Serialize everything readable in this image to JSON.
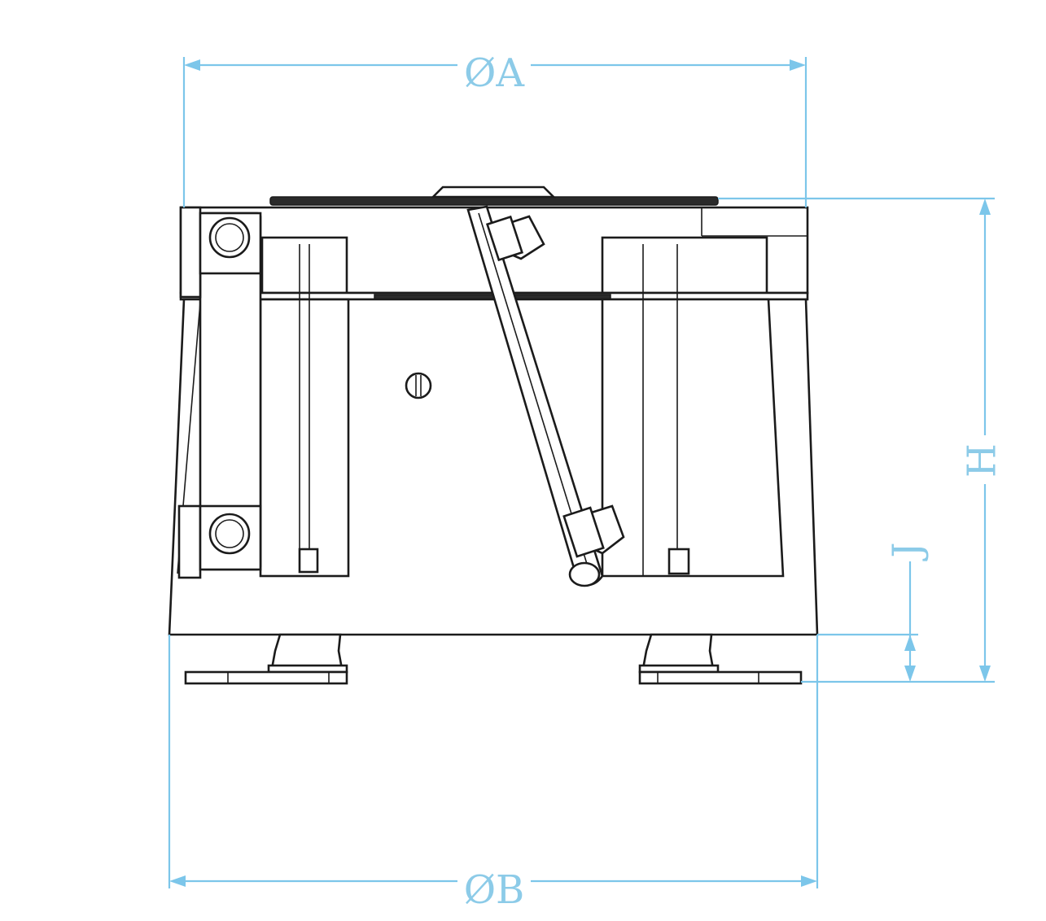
{
  "diagram": {
    "dimensions": {
      "outer_diameter_top": "ØA",
      "outer_diameter_base": "ØB",
      "height_total": "H",
      "foot_height": "J"
    },
    "colors": {
      "dimension_lines": "#7cc6ea",
      "outline": "#1b1b1b",
      "background": "#ffffff"
    }
  }
}
